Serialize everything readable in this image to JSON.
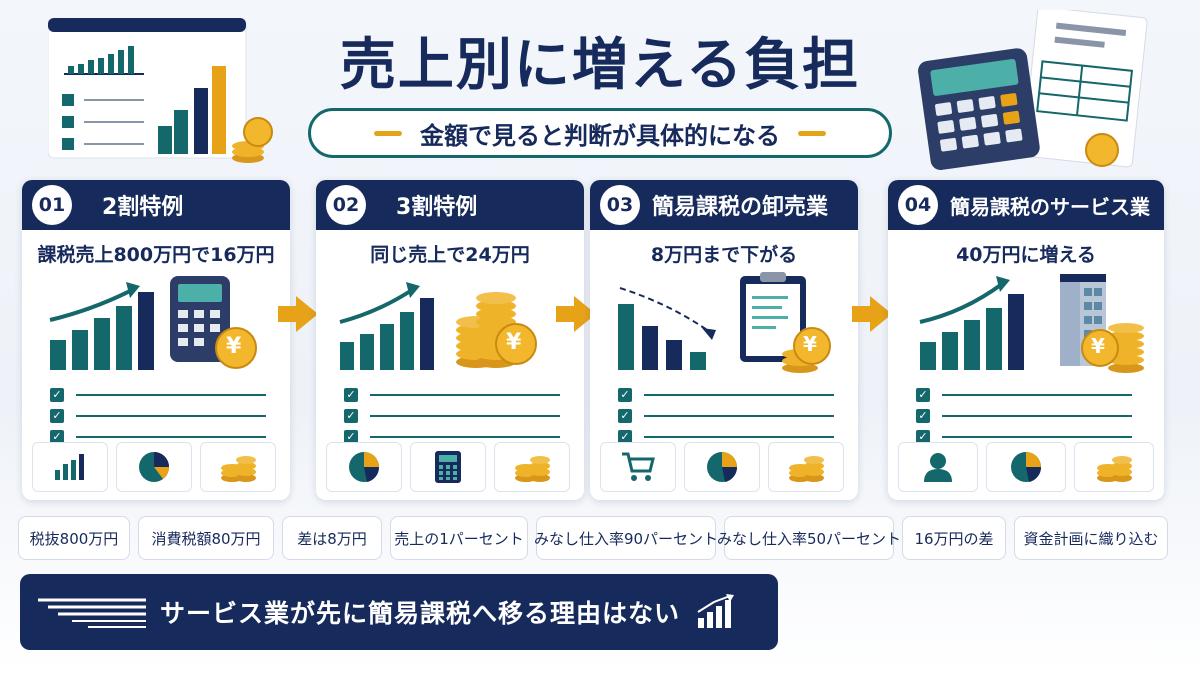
{
  "header": {
    "title": "売上別に増える負担",
    "subtitle": "金額で見ると判断が具体的になる"
  },
  "cards": [
    {
      "num": "01",
      "title": "2割特例",
      "sub": "課税売上800万円で16万円"
    },
    {
      "num": "02",
      "title": "3割特例",
      "sub": "同じ売上で24万円"
    },
    {
      "num": "03",
      "title": "簡易課税の卸売業",
      "sub": "8万円まで下がる"
    },
    {
      "num": "04",
      "title": "簡易課税のサービス業",
      "sub": "40万円に増える"
    }
  ],
  "pills": [
    "税抜800万円",
    "消費税額80万円",
    "差は8万円",
    "売上の1パーセント",
    "みなし仕入率90パーセント",
    "みなし仕入率50パーセント",
    "16万円の差",
    "資金計画に織り込む"
  ],
  "banner": {
    "text": "サービス業が先に簡易課税へ移る理由はない"
  },
  "colors": {
    "navy": "#172a5c",
    "teal": "#14676b",
    "gold": "#e7a218"
  },
  "check_mark": "✓",
  "yen": "¥"
}
